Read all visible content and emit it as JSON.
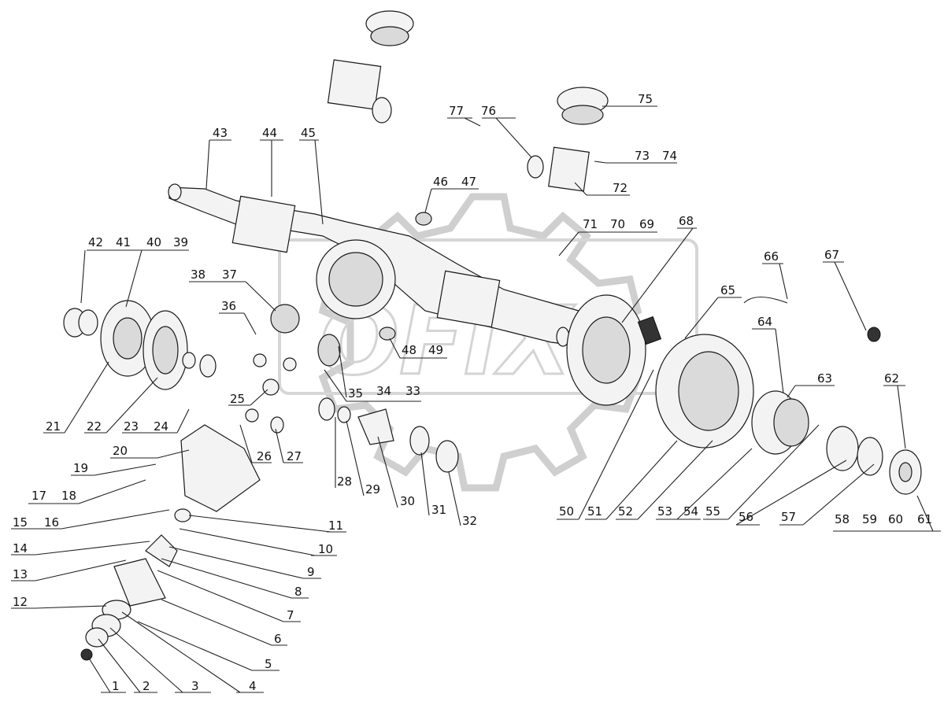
{
  "callouts": [
    "1",
    "2",
    "3",
    "4",
    "5",
    "6",
    "7",
    "8",
    "9",
    "10",
    "11",
    "12",
    "13",
    "14",
    "15",
    "16",
    "17",
    "18",
    "19",
    "20",
    "21",
    "22",
    "23",
    "24",
    "25",
    "26",
    "27",
    "28",
    "29",
    "30",
    "31",
    "32",
    "33",
    "34",
    "35",
    "36",
    "37",
    "38",
    "39",
    "40",
    "41",
    "42",
    "43",
    "44",
    "45",
    "46",
    "47",
    "48",
    "49",
    "50",
    "51",
    "52",
    "53",
    "54",
    "55",
    "56",
    "57",
    "58",
    "59",
    "60",
    "61",
    "62",
    "63",
    "64",
    "65",
    "66",
    "67",
    "68",
    "69",
    "70",
    "71",
    "72",
    "73",
    "74",
    "75",
    "76",
    "77"
  ],
  "watermark": {
    "text": "OFIX"
  }
}
